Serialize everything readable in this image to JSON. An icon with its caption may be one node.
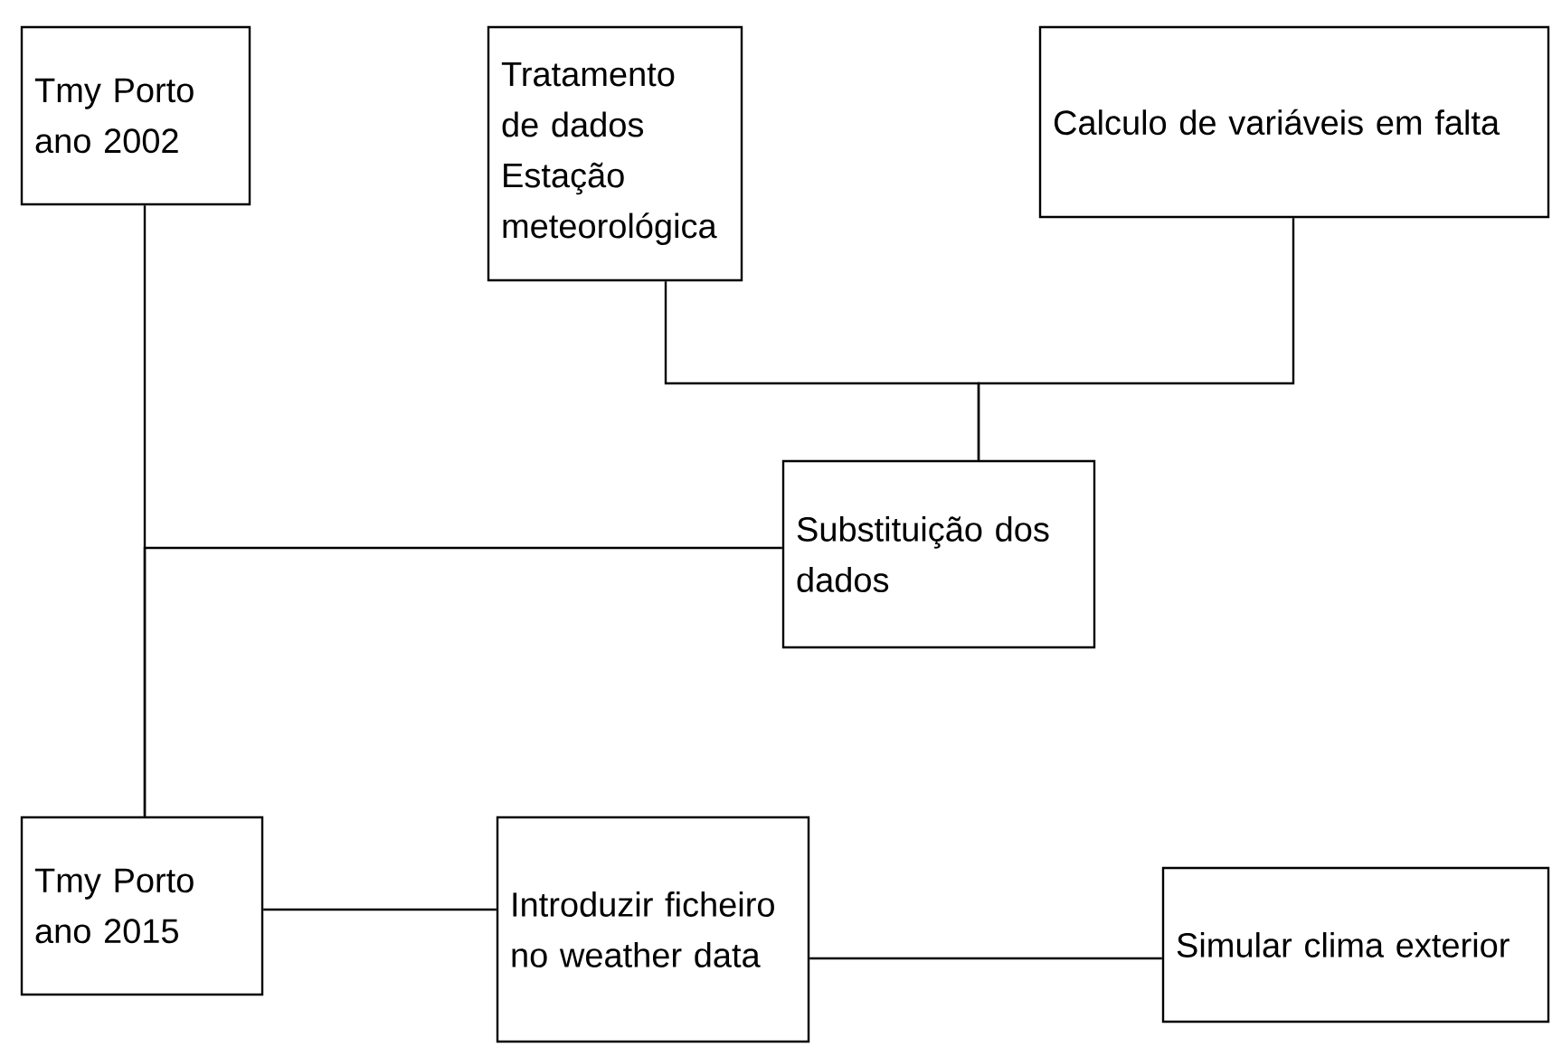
{
  "diagram": {
    "nodes": [
      {
        "text": [
          "Tmy Porto ano 2002"
        ]
      },
      {
        "text": [
          "Tratamento de dados Estação meteorológica"
        ]
      },
      {
        "text": [
          "Calculo de variáveis em falta"
        ]
      },
      {
        "text": [
          "Substituição dos dados"
        ]
      },
      {
        "text": [
          "Tmy Porto ano 2015"
        ]
      },
      {
        "text": [
          "Introduzir ficheiro no weather data"
        ]
      },
      {
        "text": [
          "Simular clima exterior"
        ]
      }
    ],
    "edges": [
      {
        "from": 1,
        "to": 3,
        "arrow": "none"
      },
      {
        "from": 2,
        "to": 3,
        "arrow": "none"
      },
      {
        "from": 0,
        "to": 4,
        "arrow": "none"
      },
      {
        "from": 3,
        "to": 4,
        "arrow": "none"
      },
      {
        "from": 4,
        "to": 5,
        "arrow": "none"
      },
      {
        "from": 5,
        "to": 6,
        "arrow": "none"
      }
    ]
  }
}
